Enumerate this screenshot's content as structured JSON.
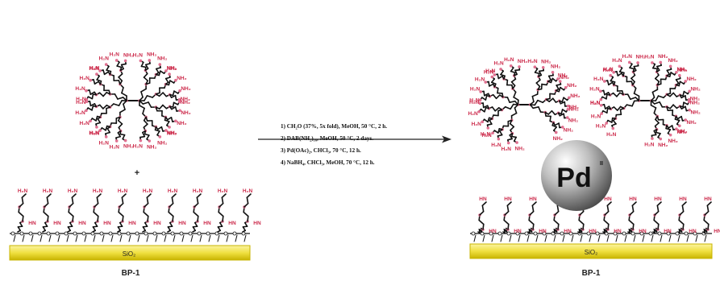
{
  "reaction": {
    "steps": [
      "1) CH₂O (37%, 5x fold), MeOH, 50 °C, 2 h.",
      "2) DAB(NH₂)₁₆, MeOH, 50 °C, 2 days.",
      "3) Pd(OAc)₂, CHCl₃, 70 °C, 12 h.",
      "4) NaBH₄, CHCl₃, MeOH, 70 °C, 12 h."
    ]
  },
  "plus_sign": "+",
  "dendrimer_label": "H₂N",
  "dendrimer_label_right": "NH₂",
  "surface_label": "H₂N",
  "hn_label": "HN",
  "support_label": "SiO₂",
  "material_label": "BP-1",
  "particle_label": "Pd",
  "particle_charge": "II",
  "colors": {
    "support": "#f0e040",
    "support_edge": "#c8b400",
    "amine_text": "#cc2a4a",
    "node": "#e07090",
    "particle_light": "#ffffff",
    "particle_dark": "#555555"
  }
}
